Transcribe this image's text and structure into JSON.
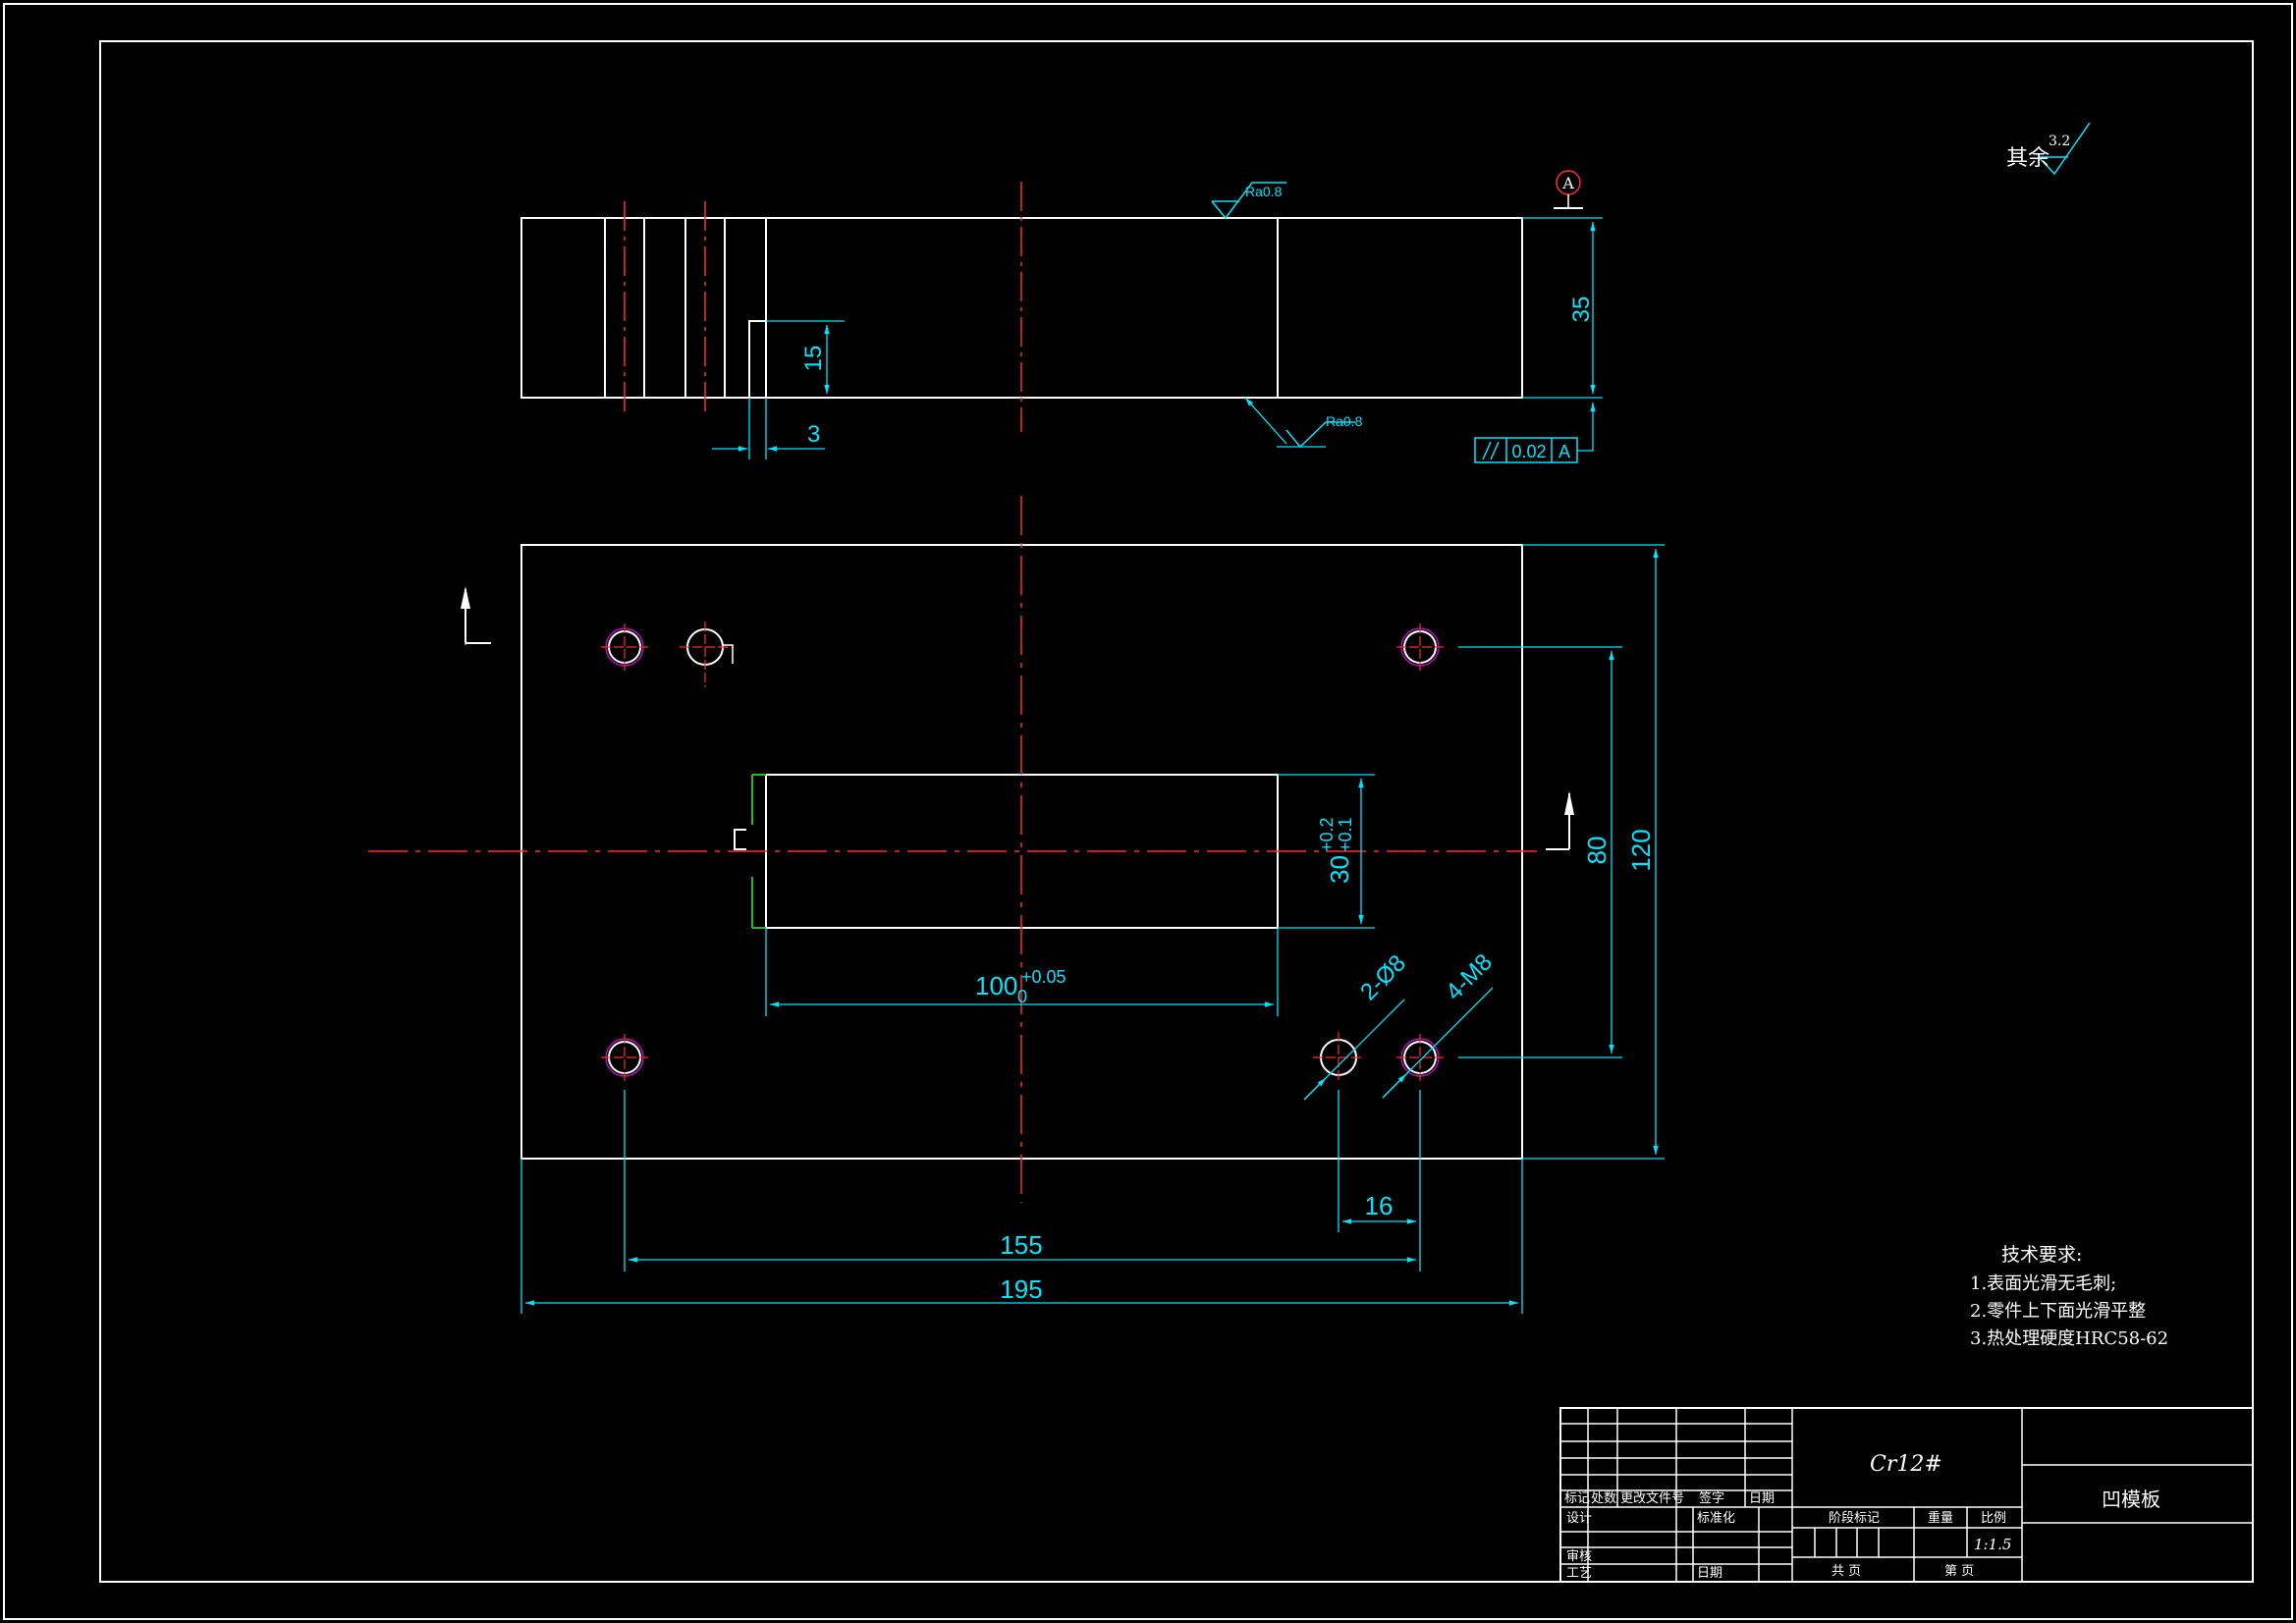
{
  "dimensions": {
    "thickness": "35",
    "step_depth": "15",
    "step_width": "3",
    "slot_width_nominal": "30",
    "slot_width_upper": "+0.2",
    "slot_width_lower": "+0.1",
    "slot_length_nominal": "100",
    "slot_length_upper": "+0.05",
    "slot_length_lower": "0",
    "hole_spacing_y": "80",
    "plate_height": "120",
    "hole_spacing_x": "155",
    "plate_width": "195",
    "hole_offset": "16",
    "pin_holes": "2-Ø8",
    "threaded_holes": "4-M8"
  },
  "annotations": {
    "roughness_top": "Ra0.8",
    "roughness_bottom": "Ra0.8",
    "datum": "A",
    "parallelism_tol": "0.02",
    "parallelism_datum": "A",
    "rest_label": "其余",
    "rest_roughness": "3.2"
  },
  "tech_requirements": {
    "title": "技术要求:",
    "items": [
      "1.表面光滑无毛刺;",
      "2.零件上下面光滑平整",
      "3.热处理硬度HRC58-62"
    ]
  },
  "title_block": {
    "material": "Cr12#",
    "part_name": "凹模板",
    "scale": "1:1.5",
    "row_labels": [
      "标记",
      "处数",
      "更改文件号",
      "签字",
      "日期"
    ],
    "designer_label": "设计",
    "std_label": "标准化",
    "review_label": "审核",
    "process_label": "工艺",
    "date_label": "日期",
    "stage_label": "阶段标记",
    "weight_label": "重量",
    "scale_label": "比例",
    "sheets_total": "共  页",
    "sheet_no": "第  页"
  }
}
